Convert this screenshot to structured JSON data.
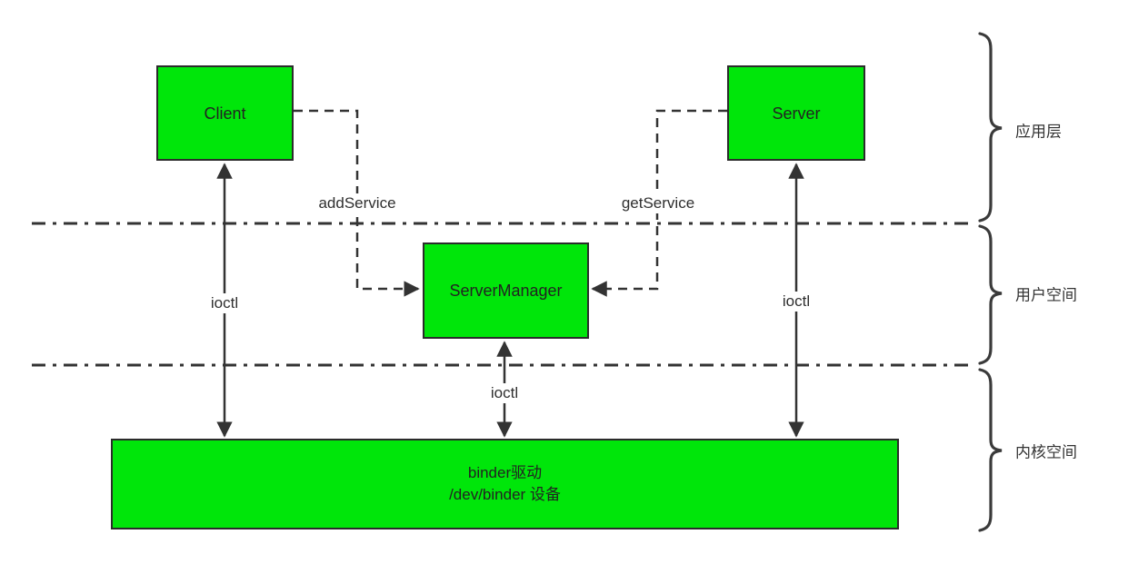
{
  "diagram": {
    "nodes": {
      "client": {
        "label": "Client"
      },
      "server": {
        "label": "Server"
      },
      "server_manager": {
        "label": "ServerManager"
      },
      "binder_driver": {
        "line1": "binder驱动",
        "line2": "/dev/binder 设备"
      }
    },
    "edges": {
      "add_service": {
        "label": "addService"
      },
      "get_service": {
        "label": "getService"
      },
      "client_ioctl": {
        "label": "ioctl"
      },
      "server_ioctl": {
        "label": "ioctl"
      },
      "manager_ioctl": {
        "label": "ioctl"
      }
    },
    "layers": {
      "app": {
        "label": "应用层"
      },
      "user": {
        "label": "用户空间"
      },
      "kernel": {
        "label": "内核空间"
      }
    },
    "colors": {
      "node_fill": "#00e60a",
      "node_border": "#2b2b2b",
      "line_color": "#333333",
      "text_color": "#222222",
      "label_color": "#2f2f2f"
    }
  }
}
